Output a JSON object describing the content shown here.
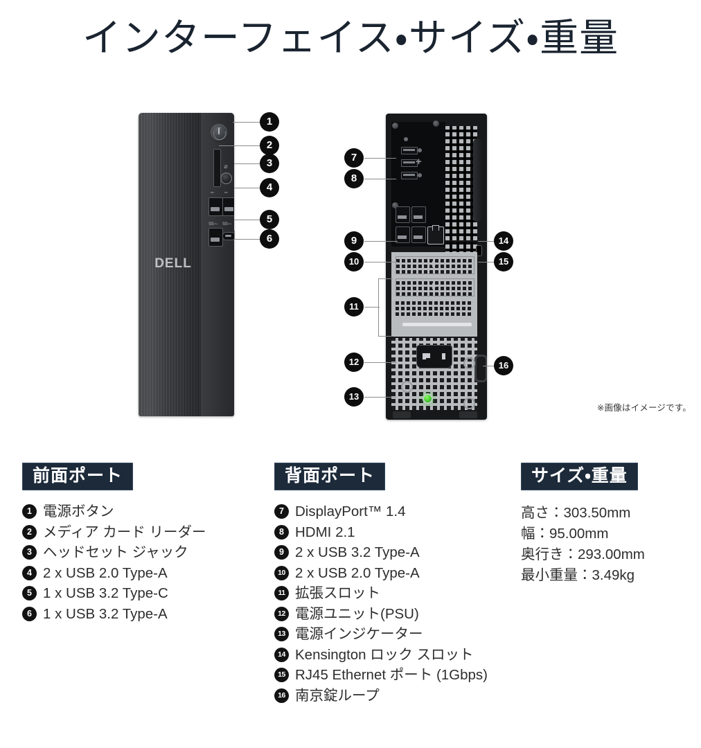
{
  "page": {
    "title": "インターフェイス・サイズ・重量",
    "image_note": "※画像はイメージです。",
    "background_color": "#ffffff",
    "title_color": "#1a2430",
    "badge_color": "#1c2a3a",
    "bullet_color": "#121212"
  },
  "product": {
    "brand_logo": "DELL"
  },
  "diagram": {
    "front_callouts": [
      "1",
      "2",
      "3",
      "4",
      "5",
      "6"
    ],
    "rear_left_callouts": [
      "7",
      "8",
      "9",
      "10",
      "11",
      "12",
      "13"
    ],
    "rear_right_callouts": [
      "14",
      "15",
      "16"
    ]
  },
  "front_ports": {
    "heading": "前面ポート",
    "items": [
      {
        "num": "1",
        "label": "電源ボタン"
      },
      {
        "num": "2",
        "label": "メディア カード リーダー"
      },
      {
        "num": "3",
        "label": "ヘッドセット ジャック"
      },
      {
        "num": "4",
        "label": "2 x USB 2.0 Type-A"
      },
      {
        "num": "5",
        "label": "1 x USB 3.2 Type-C"
      },
      {
        "num": "6",
        "label": "1 x USB 3.2 Type-A"
      }
    ]
  },
  "rear_ports": {
    "heading": "背面ポート",
    "items": [
      {
        "num": "7",
        "label": "DisplayPort™ 1.4"
      },
      {
        "num": "8",
        "label": "HDMI 2.1"
      },
      {
        "num": "9",
        "label": "2 x USB 3.2 Type-A"
      },
      {
        "num": "10",
        "label": "2 x USB 2.0 Type-A"
      },
      {
        "num": "11",
        "label": "拡張スロット"
      },
      {
        "num": "12",
        "label": "電源ユニット(PSU)"
      },
      {
        "num": "13",
        "label": "電源インジケーター"
      },
      {
        "num": "14",
        "label": "Kensington ロック スロット"
      },
      {
        "num": "15",
        "label": "RJ45 Ethernet ポート (1Gbps)"
      },
      {
        "num": "16",
        "label": "南京錠ループ"
      }
    ]
  },
  "size_weight": {
    "heading": "サイズ・重量",
    "items": [
      "高さ：303.50mm",
      "幅：95.00mm",
      "奥行き：293.00mm",
      "最小重量：3.49kg"
    ]
  }
}
